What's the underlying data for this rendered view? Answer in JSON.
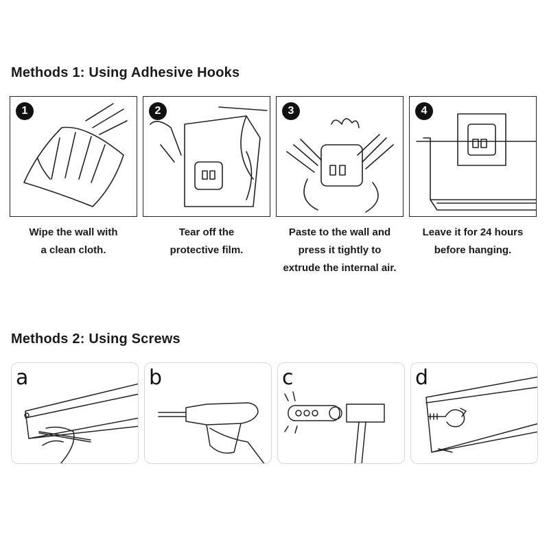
{
  "method1": {
    "heading": "Methods 1: Using Adhesive Hooks",
    "steps": [
      {
        "number": "1",
        "caption_lines": [
          "Wipe the wall with",
          "a clean cloth."
        ],
        "icon": "wiping-hand-cloth-icon"
      },
      {
        "number": "2",
        "caption_lines": [
          "Tear off the",
          "protective film."
        ],
        "icon": "peel-film-icon"
      },
      {
        "number": "3",
        "caption_lines": [
          "Paste to the wall and",
          "press it tightly to",
          "extrude the internal air."
        ],
        "icon": "press-hook-icon"
      },
      {
        "number": "4",
        "caption_lines": [
          "Leave it for 24 hours",
          "before hanging."
        ],
        "icon": "mounted-shelf-icon"
      }
    ]
  },
  "method2": {
    "heading": "Methods 2: Using Screws",
    "steps": [
      {
        "letter": "a",
        "icon": "mark-wall-pencil-icon"
      },
      {
        "letter": "b",
        "icon": "drill-icon"
      },
      {
        "letter": "c",
        "icon": "anchor-hammer-icon"
      },
      {
        "letter": "d",
        "icon": "screw-in-icon"
      }
    ]
  }
}
